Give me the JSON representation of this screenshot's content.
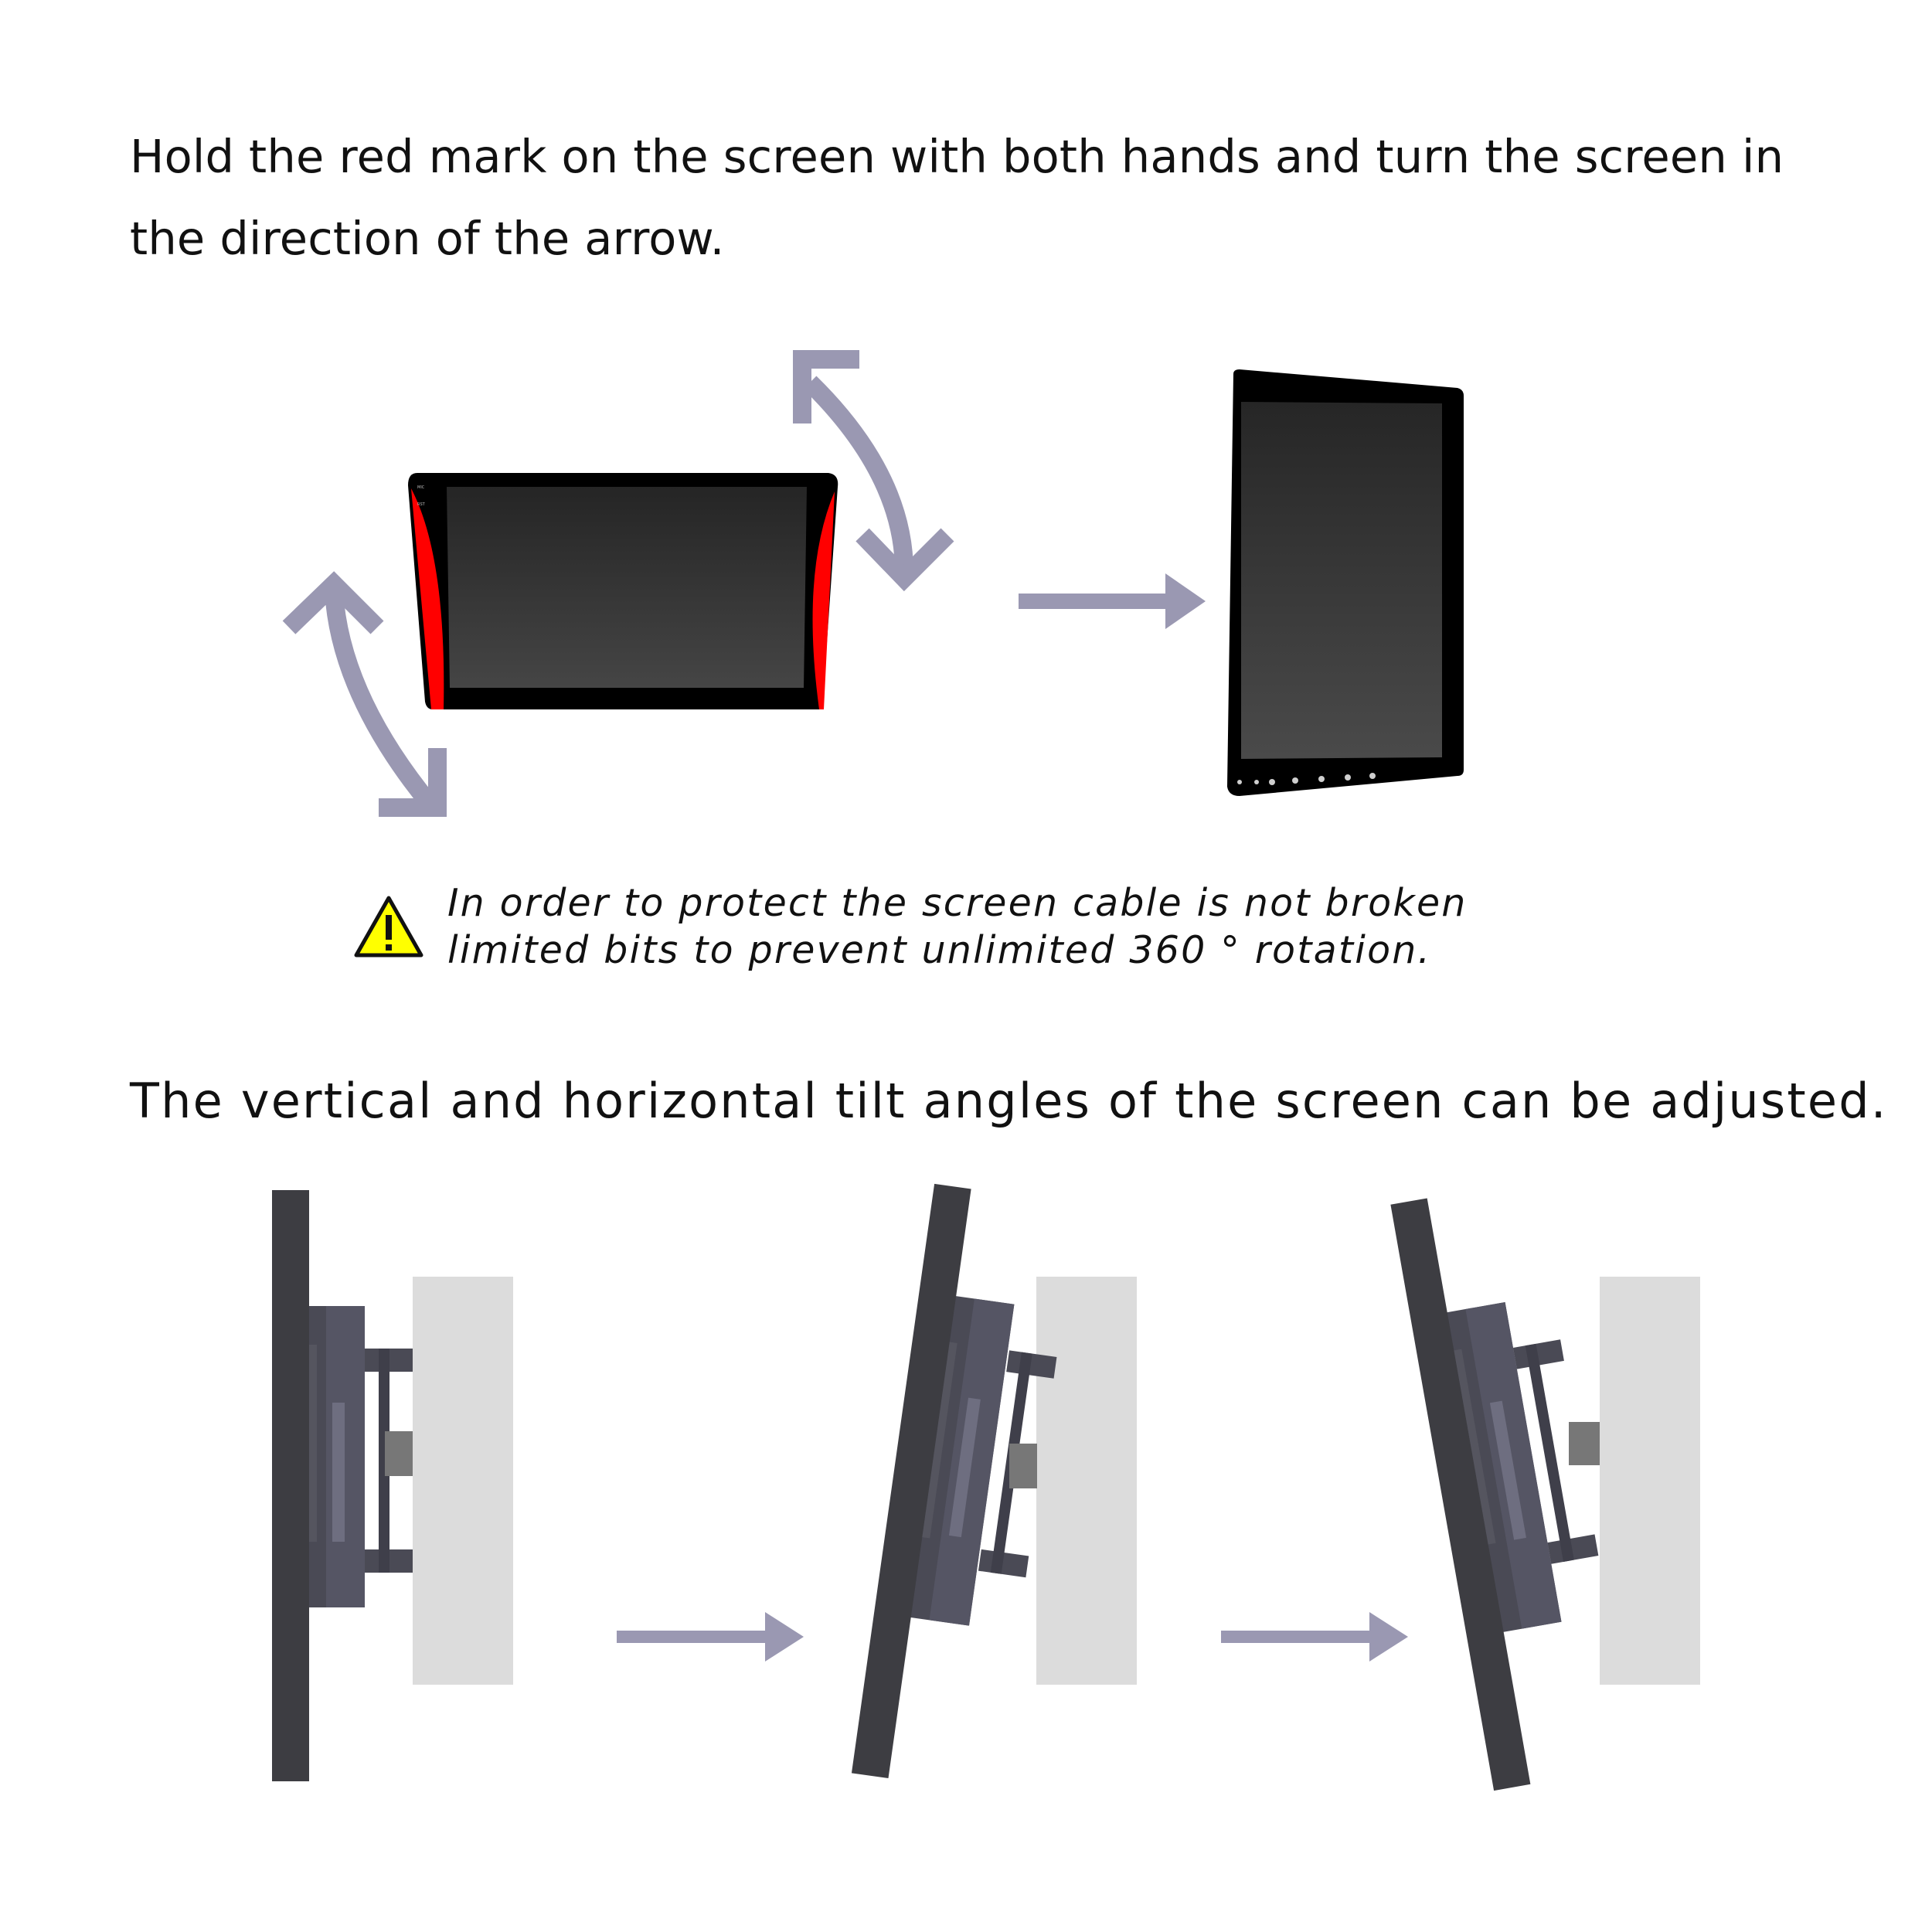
{
  "instructions": {
    "rotate_heading": "Hold the red mark on the screen with both hands and turn the screen in the direction of the arrow.",
    "tilt_heading": "The vertical and horizontal tilt angles of the screen can be adjusted."
  },
  "notice": {
    "icon": "warning-triangle-icon",
    "line1": "In order to protect the screen cable is not broken",
    "line2": "limited bits to prevent unlimited 360 ° rotation."
  },
  "colors": {
    "arrow": "#9a98b2",
    "grip_mark": "#ff0000",
    "bezel": "#000000",
    "wall": "#dcdcdc",
    "warning": "#ffff00"
  }
}
